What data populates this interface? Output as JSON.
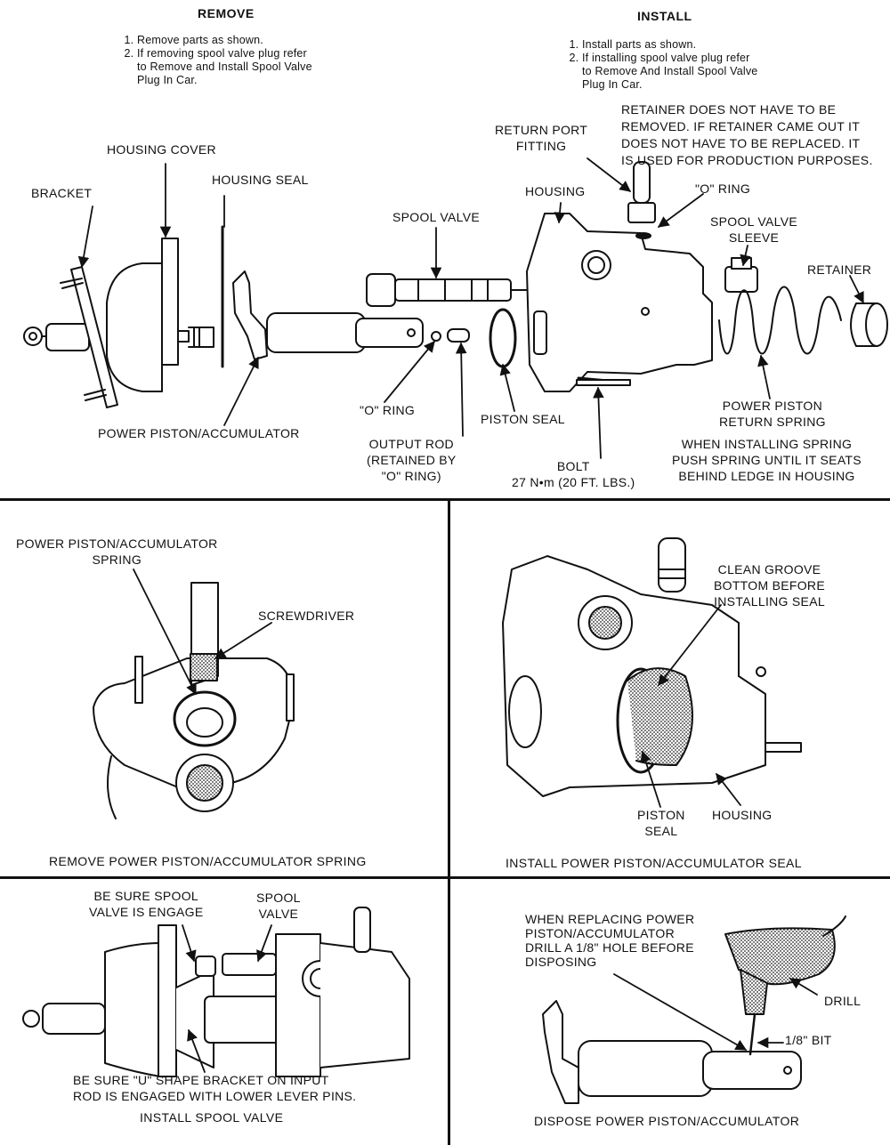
{
  "top": {
    "remove": {
      "heading": "REMOVE",
      "steps": [
        "Remove parts as shown.",
        "If removing spool valve plug refer to Remove and Install Spool Valve Plug In Car."
      ]
    },
    "install": {
      "heading": "INSTALL",
      "steps": [
        "Install parts as shown.",
        "If installing spool valve plug refer to Remove And Install Spool Valve Plug In Car."
      ]
    },
    "retainer_note": [
      "RETAINER DOES NOT HAVE TO BE",
      "REMOVED. IF RETAINER CAME OUT IT",
      "DOES NOT HAVE TO BE REPLACED. IT",
      "IS USED FOR PRODUCTION PURPOSES."
    ],
    "labels": {
      "bracket": "BRACKET",
      "housing_cover": "HOUSING COVER",
      "housing_seal": "HOUSING SEAL",
      "spool_valve": "SPOOL VALVE",
      "housing": "HOUSING",
      "return_port_fitting": [
        "RETURN PORT",
        "FITTING"
      ],
      "o_ring_top": "\"O\" RING",
      "spool_valve_sleeve": [
        "SPOOL VALVE",
        "SLEEVE"
      ],
      "retainer": "RETAINER",
      "o_ring_bottom": "\"O\" RING",
      "piston_seal": "PISTON SEAL",
      "power_piston_accumulator": "POWER PISTON/ACCUMULATOR",
      "output_rod": [
        "OUTPUT ROD",
        "(RETAINED BY",
        "\"O\" RING)"
      ],
      "bolt": [
        "BOLT",
        "27 N•m (20 FT. LBS.)"
      ],
      "return_spring": [
        "POWER PISTON",
        "RETURN SPRING"
      ],
      "spring_note": [
        "WHEN INSTALLING SPRING",
        "PUSH SPRING UNTIL IT SEATS",
        "BEHIND LEDGE IN HOUSING"
      ]
    }
  },
  "panel_remove_spring": {
    "labels": {
      "spring": [
        "POWER PISTON/ACCUMULATOR",
        "SPRING"
      ],
      "screwdriver": "SCREWDRIVER"
    },
    "caption": "REMOVE POWER PISTON/ACCUMULATOR SPRING"
  },
  "panel_install_seal": {
    "labels": {
      "clean_groove": [
        "CLEAN GROOVE",
        "BOTTOM BEFORE",
        "INSTALLING SEAL"
      ],
      "piston_seal": [
        "PISTON",
        "SEAL"
      ],
      "housing": "HOUSING"
    },
    "caption": "INSTALL POWER PISTON/ACCUMULATOR SEAL"
  },
  "panel_install_spool": {
    "labels": {
      "be_sure_spool": [
        "BE SURE SPOOL",
        "VALVE IS ENGAGE"
      ],
      "spool_valve": [
        "SPOOL",
        "VALVE"
      ],
      "u_bracket": [
        "BE SURE \"U\" SHAPE BRACKET ON INPUT",
        "ROD IS ENGAGED WITH LOWER LEVER PINS."
      ]
    },
    "caption": "INSTALL SPOOL VALVE"
  },
  "panel_dispose": {
    "labels": {
      "note": [
        "WHEN REPLACING POWER",
        "PISTON/ACCUMULATOR",
        "DRILL A 1/8\" HOLE BEFORE",
        "DISPOSING"
      ],
      "drill": "DRILL",
      "bit": "1/8\" BIT"
    },
    "caption": "DISPOSE POWER PISTON/ACCUMULATOR"
  }
}
